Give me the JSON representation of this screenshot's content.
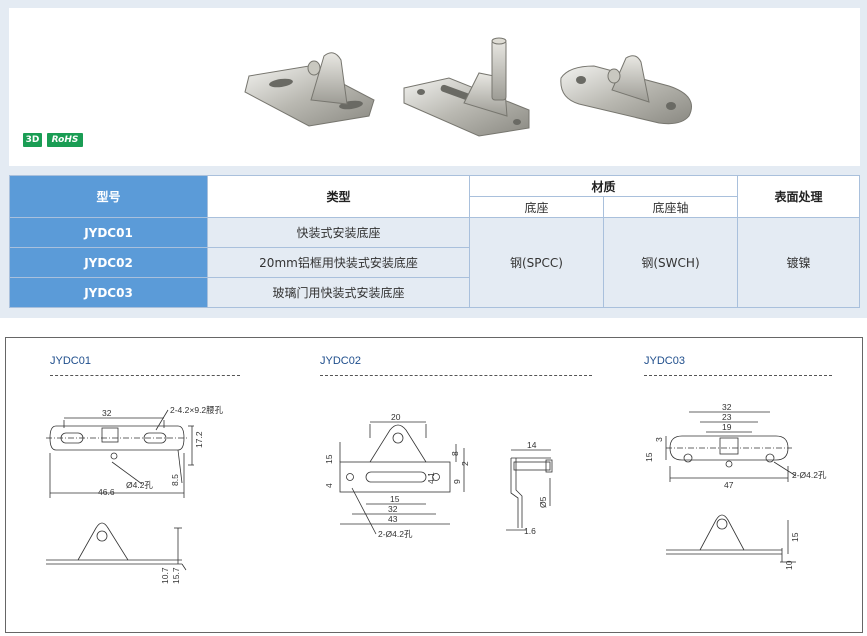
{
  "badges": {
    "threed": "3D",
    "rohs": "RoHS"
  },
  "table": {
    "headers": {
      "model": "型号",
      "type": "类型",
      "material": "材质",
      "surface": "表面处理",
      "base": "底座",
      "shaft": "底座轴"
    },
    "rows": [
      {
        "code": "JYDC01",
        "type": "快装式安装底座"
      },
      {
        "code": "JYDC02",
        "type": "20mm铝框用快装式安装底座"
      },
      {
        "code": "JYDC03",
        "type": "玻璃门用快装式安装底座"
      }
    ],
    "material_base": "钢(SPCC)",
    "material_shaft": "钢(SWCH)",
    "surface": "镀镍"
  },
  "drawings": {
    "d1": {
      "title": "JYDC01",
      "dims": {
        "w32": "32",
        "slot": "2-4.2×9.2腰孔",
        "h17": "17.2",
        "d85": "8.5",
        "hole": "Ø4.2孔",
        "w466": "46.6",
        "h107": "10.7",
        "h157": "15.7"
      }
    },
    "d2": {
      "title": "JYDC02",
      "dims": {
        "w20": "20",
        "h15": "15",
        "h8": "8",
        "h2": "2",
        "h4": "4",
        "h9": "9",
        "h41": "4.1",
        "w15": "15",
        "w32": "32",
        "w43": "43",
        "hole": "2-Ø4.2孔",
        "w14": "14",
        "d5": "Ø5",
        "t16": "1.6"
      }
    },
    "d3": {
      "title": "JYDC03",
      "dims": {
        "w32": "32",
        "w23": "23",
        "w19": "19",
        "h3": "3",
        "h15": "15",
        "w47": "47",
        "hole": "2-Ø4.2孔",
        "h15b": "15",
        "h10": "10"
      }
    }
  },
  "colors": {
    "accent": "#5b9bd8",
    "panel": "#e4ebf3",
    "title": "#1f4e8c",
    "rohs": "#1a9d54"
  }
}
